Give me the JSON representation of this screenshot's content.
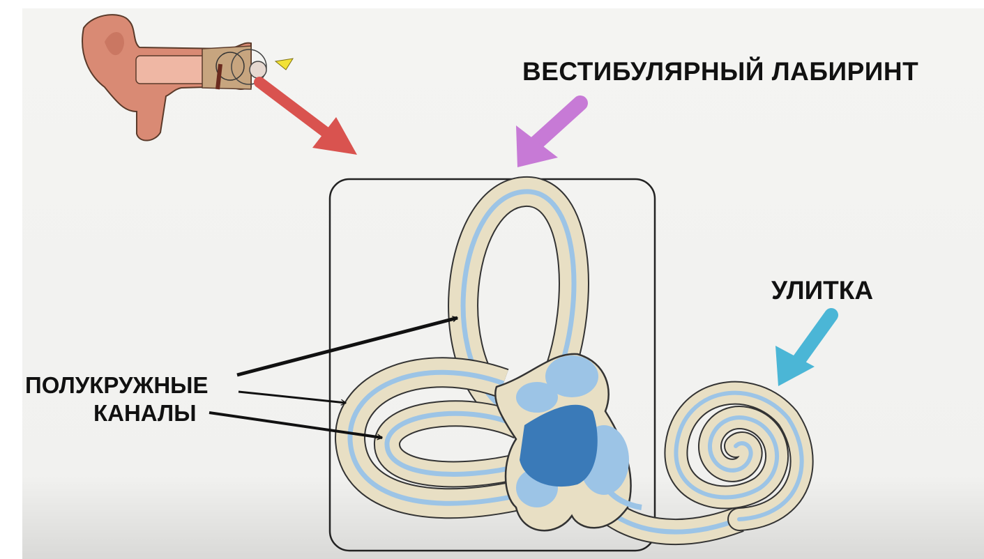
{
  "labels": {
    "vestibular": "ВЕСТИБУЛЯРНЫЙ ЛАБИРИНТ",
    "cochlea": "УЛИТКА",
    "canals_line1": "ПОЛУКРУЖНЫЕ",
    "canals_line2": "КАНАЛЫ"
  },
  "colors": {
    "bone": "#e8dfc4",
    "membrane": "#9cc4e6",
    "vestibule_dark": "#3a7ab8",
    "arrow_red": "#d9534f",
    "arrow_purple": "#c77ad6",
    "arrow_cyan": "#4bb6d6",
    "ear_skin": "#d98a74"
  }
}
